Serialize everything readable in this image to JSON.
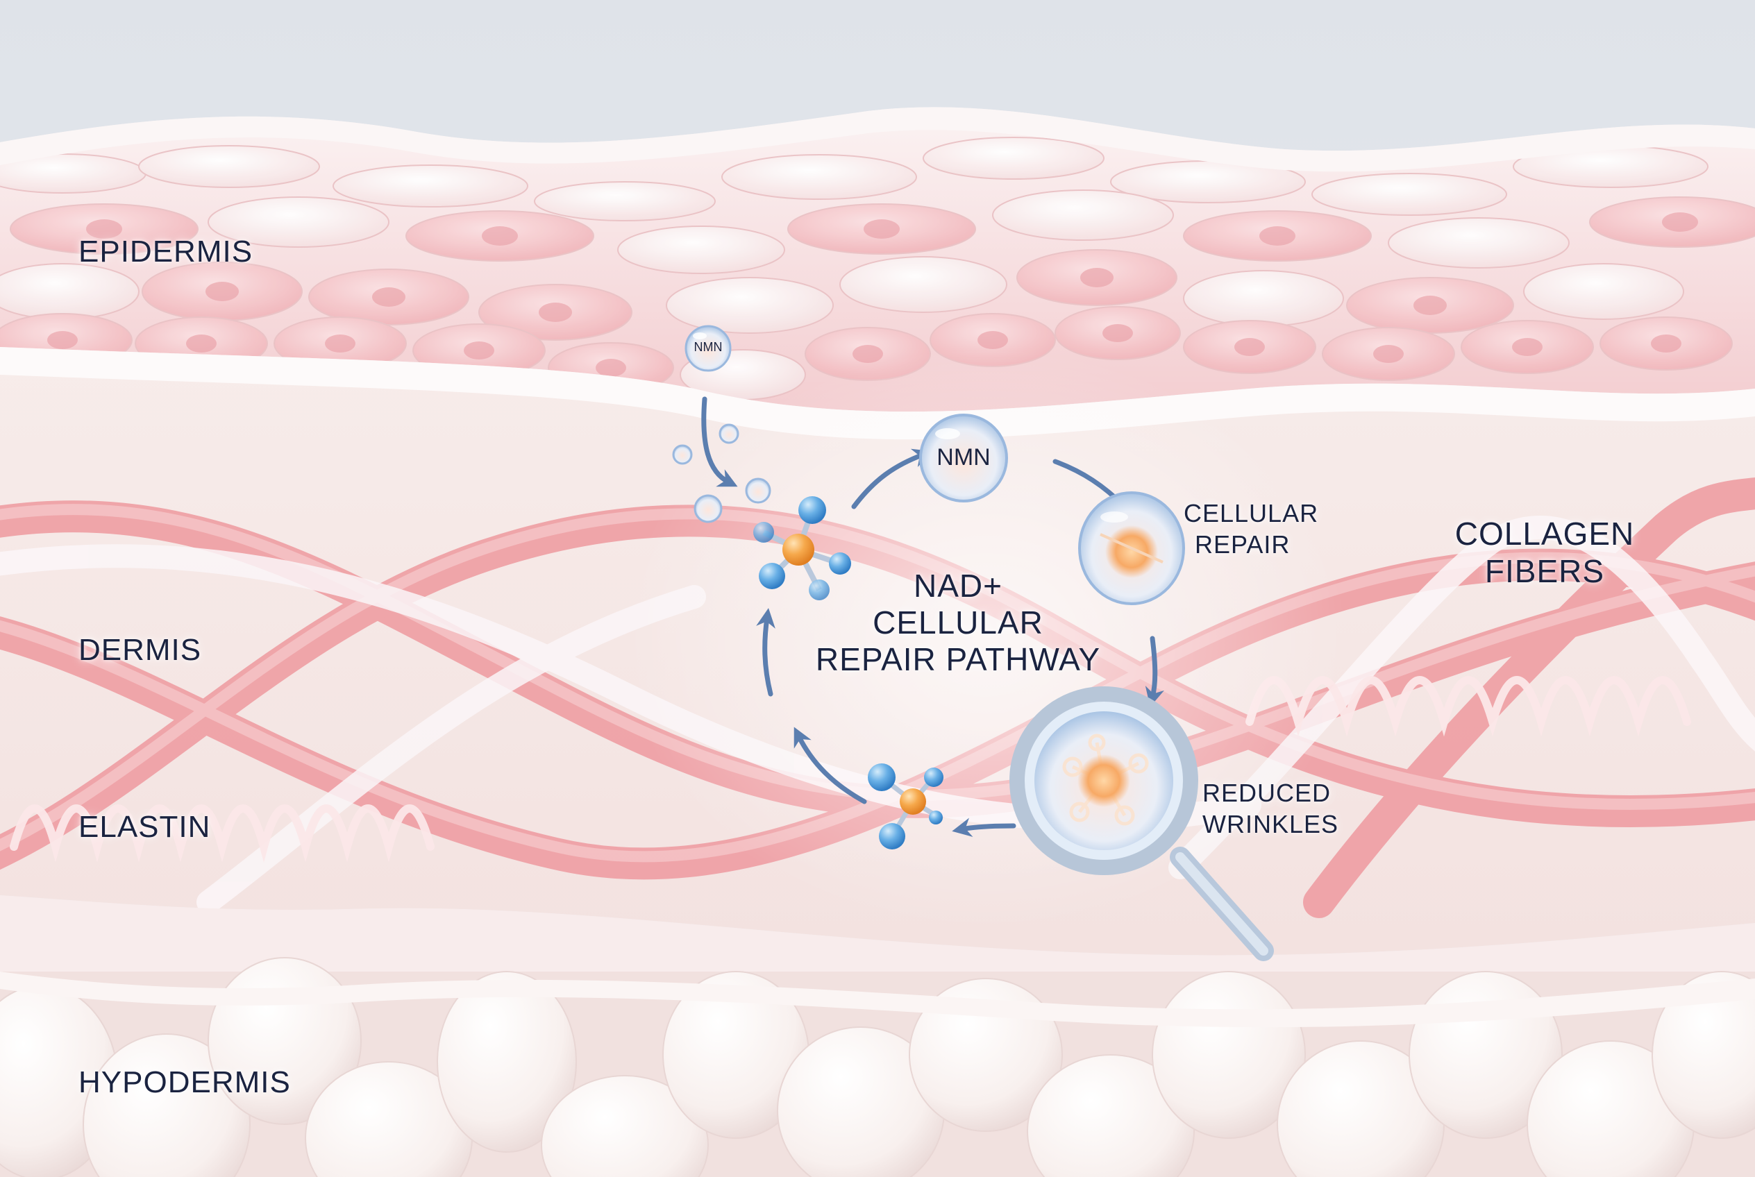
{
  "title": "NAD+ Cellular Repair Pathway",
  "layers": {
    "epidermis": "EPIDERMIS",
    "dermis": "DERMIS",
    "elastin": "ELASTIN",
    "hypodermis": "HYPODERMIS"
  },
  "pathway": {
    "title_line1": "NAD+",
    "title_line2": "CELLULAR",
    "title_line3": "REPAIR PATHWAY",
    "nmn_small": "NMN",
    "nmn_large": "NMN",
    "cellular_repair_line1": "CELLULAR",
    "cellular_repair_line2": "REPAIR",
    "reduced_wrinkles_line1": "REDUCED",
    "reduced_wrinkles_line2": "WRINKLES"
  },
  "annotations": {
    "collagen_line1": "COLLAGEN",
    "collagen_line2": "FIBERS"
  },
  "colors": {
    "background": "#e4e7ec",
    "skin_pink": "#f4c6c8",
    "cell_pink": "#f2b9bd",
    "nucleus": "#e89aa2",
    "collagen_pink": "#ef9ea3",
    "fat_white": "#fbf6f4",
    "arrow_blue": "#5b7eaf",
    "molecule_blue": "#5aa6e0",
    "molecule_orange": "#f4a24a",
    "text_navy": "#1a2340"
  }
}
